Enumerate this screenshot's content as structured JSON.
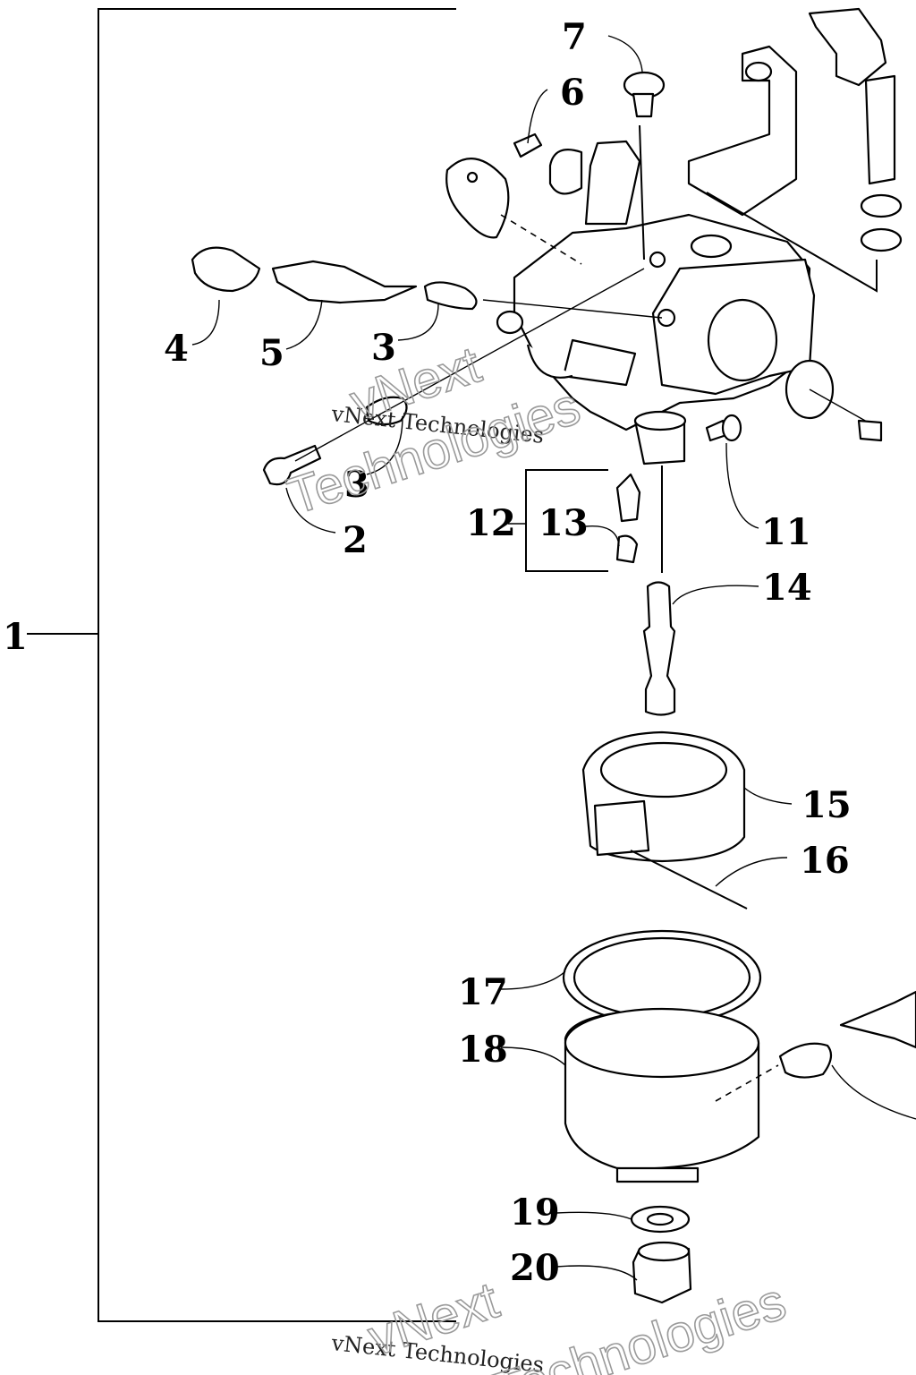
{
  "callouts": {
    "c1": "1",
    "c2": "2",
    "c3a": "3",
    "c3b": "3",
    "c4": "4",
    "c5": "5",
    "c6": "6",
    "c7": "7",
    "c11": "11",
    "c12": "12",
    "c13": "13",
    "c14": "14",
    "c15": "15",
    "c16": "16",
    "c17": "17",
    "c18": "18",
    "c19": "19",
    "c20": "20"
  },
  "watermarks": {
    "small_1": "vNext Technologies",
    "small_2": "vNext Technologies",
    "big_vnext_1": "vNext",
    "big_tech_1": "Technologies",
    "big_vnext_2": "vNext",
    "big_tech_2": "Technologies"
  }
}
